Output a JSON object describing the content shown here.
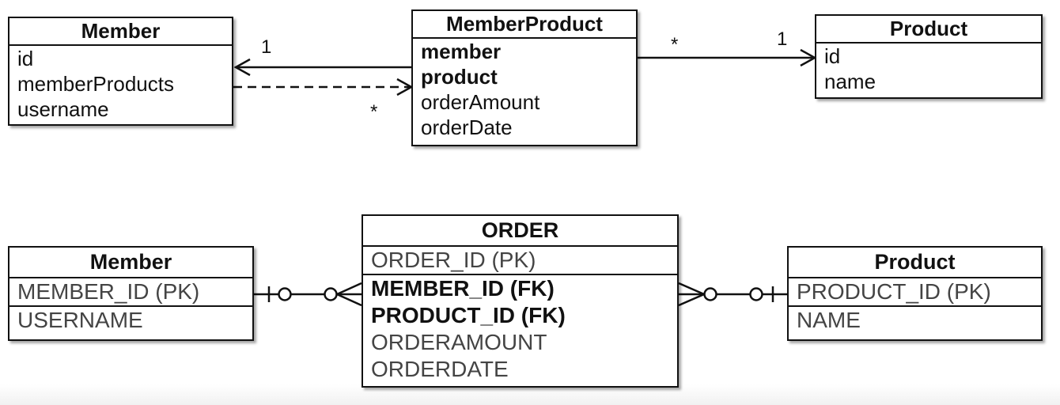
{
  "uml": {
    "member": {
      "title": "Member",
      "fields": [
        "id",
        "memberProducts",
        "username"
      ]
    },
    "member_product": {
      "title": "MemberProduct",
      "fields": [
        "member",
        "product",
        "orderAmount",
        "orderDate"
      ]
    },
    "product": {
      "title": "Product",
      "fields": [
        "id",
        "name"
      ]
    },
    "multiplicities": {
      "member_side": "1",
      "mp_member_side": "*",
      "mp_product_side": "*",
      "product_side": "1"
    }
  },
  "er": {
    "member": {
      "title": "Member",
      "pk": "MEMBER_ID (PK)",
      "attrs": [
        "USERNAME"
      ]
    },
    "order": {
      "title": "ORDER",
      "pk": "ORDER_ID (PK)",
      "attrs": [
        "MEMBER_ID (FK)",
        "PRODUCT_ID (FK)",
        "ORDERAMOUNT",
        "ORDERDATE"
      ]
    },
    "product": {
      "title": "Product",
      "pk": "PRODUCT_ID (PK)",
      "attrs": [
        "NAME"
      ]
    }
  }
}
